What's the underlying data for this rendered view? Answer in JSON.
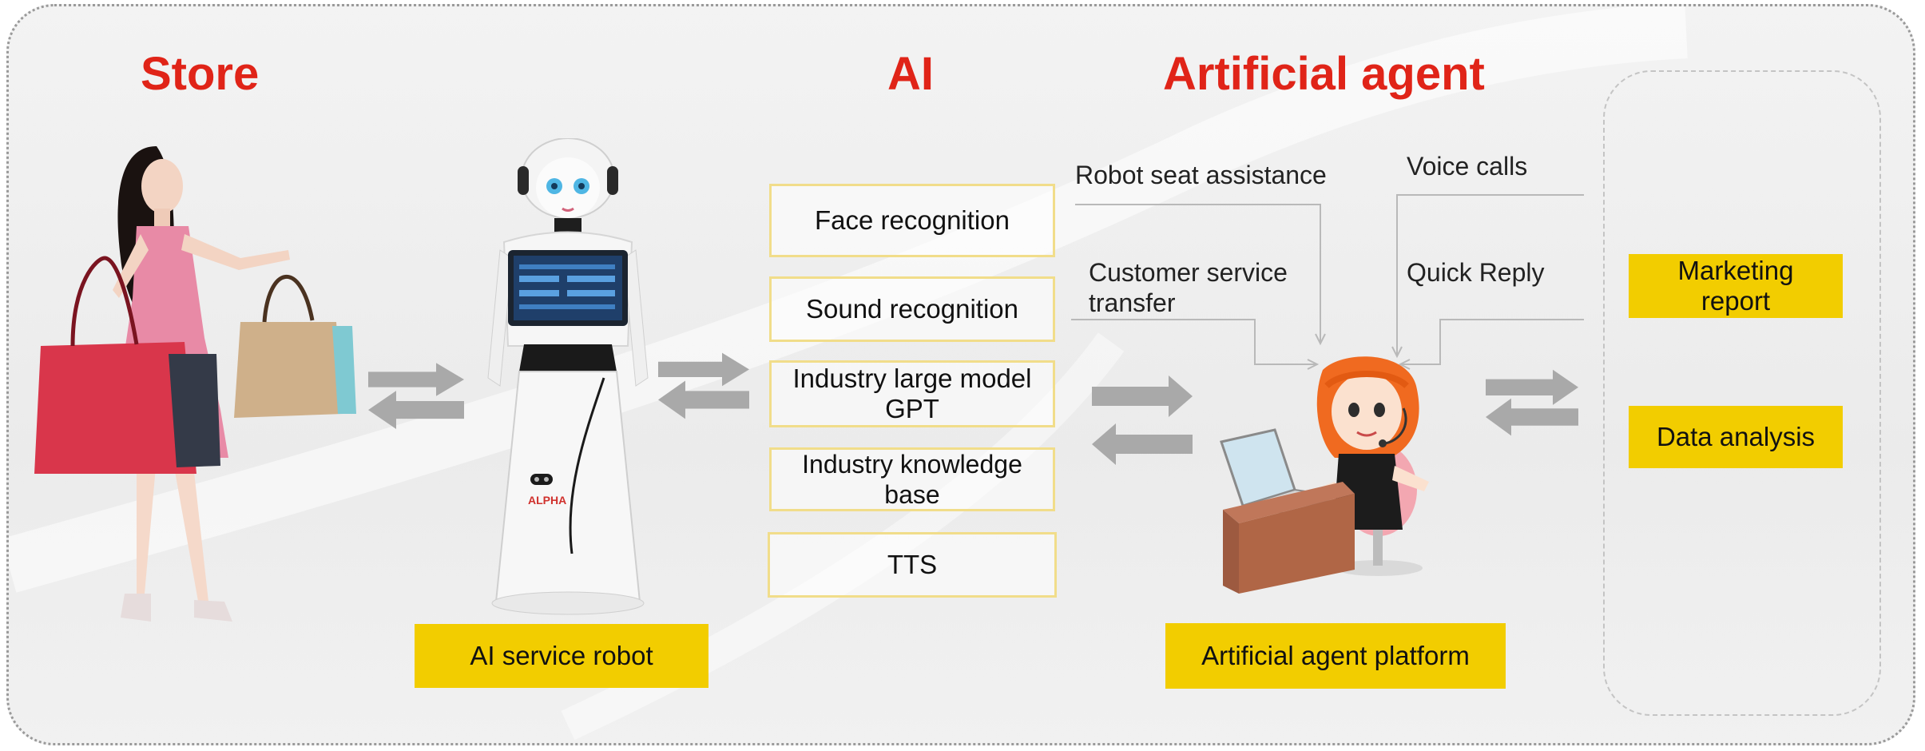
{
  "headings": {
    "store": "Store",
    "ai": "AI",
    "agent": "Artificial agent"
  },
  "ai_modules": [
    "Face recognition",
    "Sound recognition",
    "Industry large model GPT",
    "Industry knowledge base",
    "TTS"
  ],
  "robot_label": "AI service robot",
  "platform_label": "Artificial agent platform",
  "agent_labels": {
    "robot_seat": "Robot seat assistance",
    "customer_service": "Customer service transfer",
    "voice_calls": "Voice calls",
    "quick_reply": "Quick Reply"
  },
  "outputs": {
    "marketing": "Marketing report",
    "data_analysis": "Data analysis"
  },
  "robot_brand": "ALPHA",
  "colors": {
    "heading_red": "#e02418",
    "accent_yellow": "#f2cd00",
    "outline_yellow": "#f1dd8a",
    "arrow_gray": "#a9a9a9"
  },
  "icons": [
    "shopper-illustration",
    "robot-illustration",
    "agent-illustration"
  ]
}
